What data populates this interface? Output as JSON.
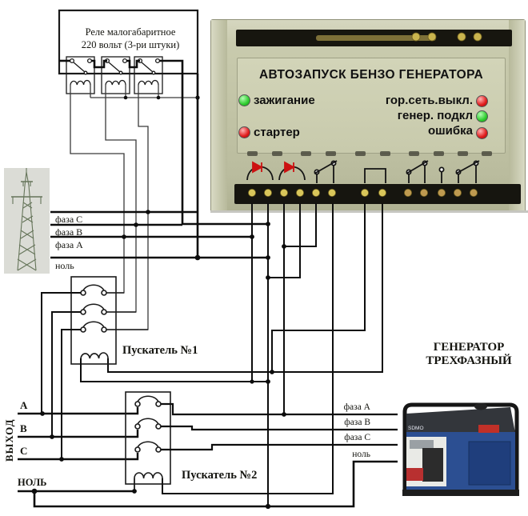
{
  "relay_box": {
    "line1": "Реле малогабаритное",
    "line2": "220 вольт (3-ри штуки)"
  },
  "device": {
    "title": "АВТОЗАПУСК БЕНЗО ГЕНЕРАТОРА",
    "leds": [
      {
        "label": "зажигание",
        "color": "green"
      },
      {
        "label": "стартер",
        "color": "red"
      },
      {
        "label": "гор.сеть.выкл.",
        "color": "red"
      },
      {
        "label": "генер. подкл",
        "color": "green"
      },
      {
        "label": "ошибка",
        "color": "red"
      }
    ]
  },
  "mains": {
    "phase_c": "фаза С",
    "phase_b": "фаза В",
    "phase_a": "фаза А",
    "neutral": "ноль"
  },
  "contactors": {
    "c1": "Пускатель №1",
    "c2": "Пускатель №2"
  },
  "output": {
    "title": "ВЫХОД",
    "a": "А",
    "b": "В",
    "c": "С",
    "neutral": "НОЛЬ"
  },
  "generator": {
    "title1": "ГЕНЕРАТОР",
    "title2": "ТРЕХФАЗНЫЙ",
    "brand": "SDMO",
    "phase_a": "фаза А",
    "phase_b": "фаза В",
    "phase_c": "фаза С",
    "neutral": "ноль"
  },
  "colors": {
    "wire": "#111111",
    "led_green": "#2ecc2e",
    "led_red": "#e01b1b",
    "device_body": "#c2c4a6",
    "generator_blue": "#2c4f92"
  }
}
